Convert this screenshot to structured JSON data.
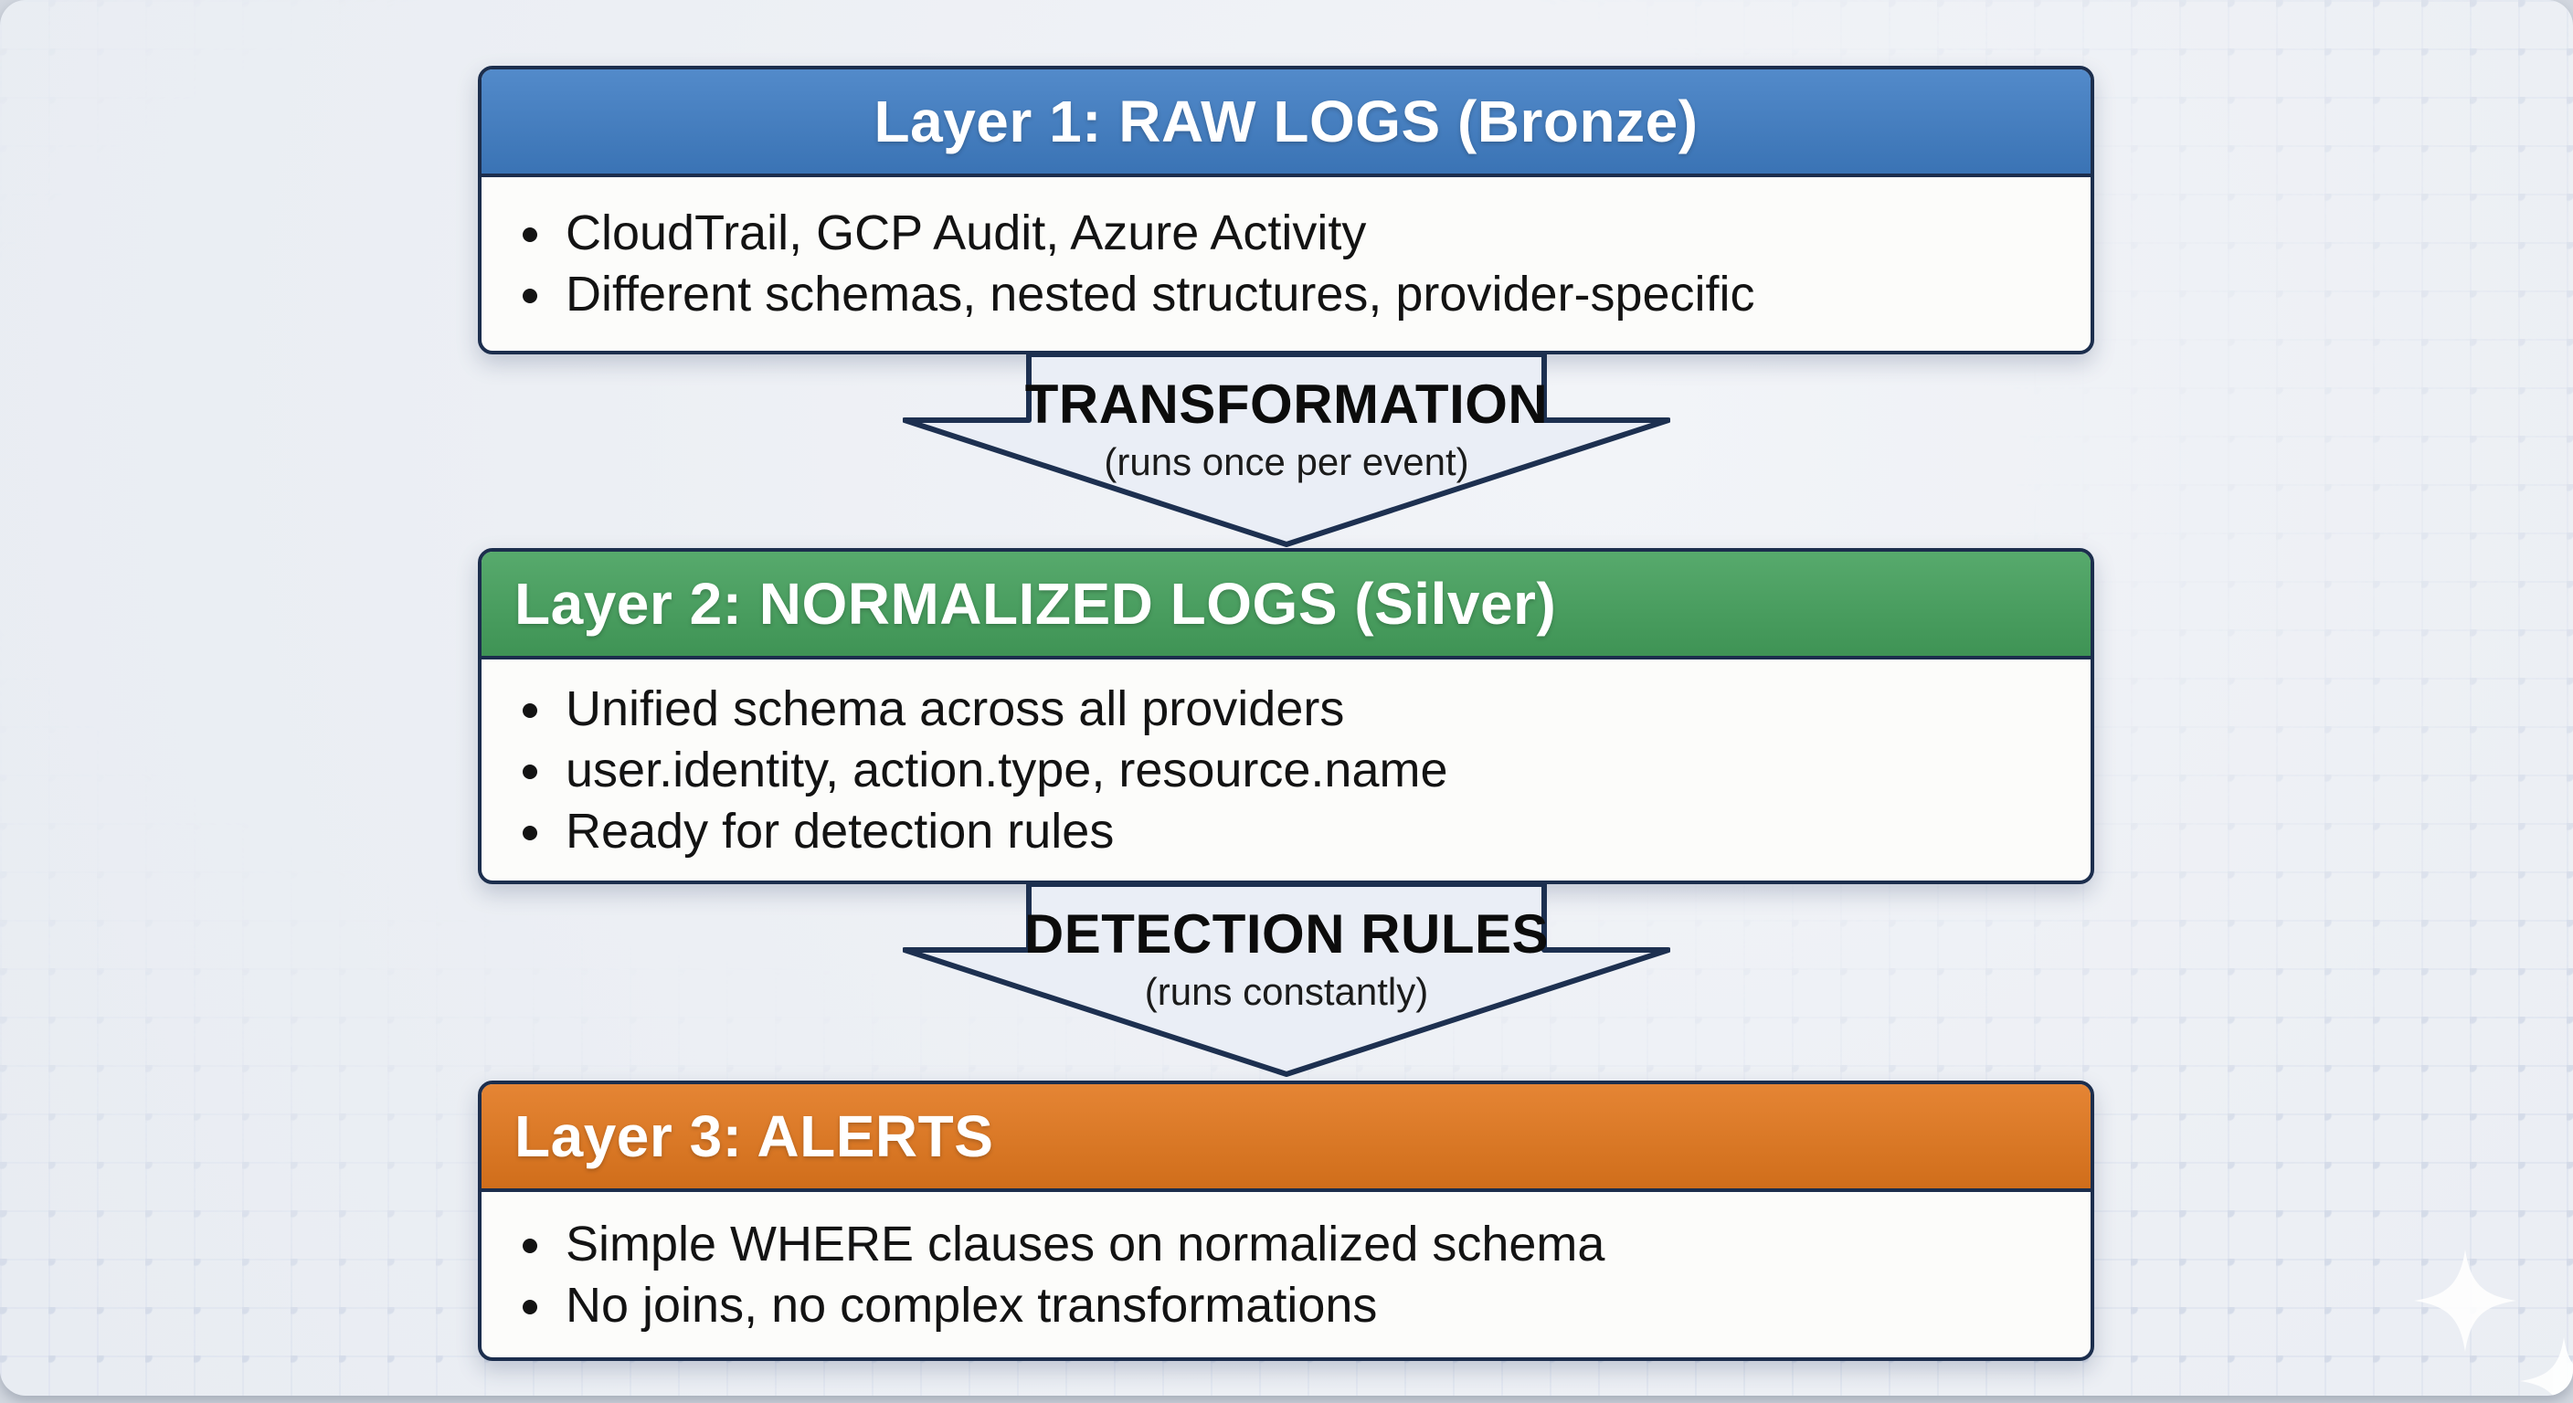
{
  "page": {
    "outer_background": "#d3d8e0",
    "canvas_background": "#edf0f5",
    "grid_pattern_color": "#c7d0e2"
  },
  "diagram": {
    "border_color": "#1c2e4d",
    "body_background": "#fcfcfa",
    "text_color": "#131313",
    "header_text_color": "#ffffff",
    "arrow_fill": "#eaeef6",
    "layers": [
      {
        "title": "Layer 1: RAW LOGS (Bronze)",
        "header_color": "#3f7dc4",
        "bullets": [
          "CloudTrail, GCP Audit, Azure Activity",
          "Different schemas, nested structures, provider-specific"
        ]
      },
      {
        "title": "Layer 2: NORMALIZED LOGS (Silver)",
        "header_color": "#44a05c",
        "bullets": [
          "Unified schema across all providers",
          "user.identity, action.type, resource.name",
          "Ready for detection rules"
        ]
      },
      {
        "title": "Layer 3: ALERTS",
        "header_color": "#e2771d",
        "bullets": [
          "Simple WHERE clauses on normalized schema",
          "No joins, no complex transformations"
        ]
      }
    ],
    "arrows": [
      {
        "label": "TRANSFORMATION",
        "sublabel": "(runs once per event)"
      },
      {
        "label": "DETECTION RULES",
        "sublabel": "(runs constantly)"
      }
    ]
  },
  "decorations": {
    "sparkle_icon": "four-point-star",
    "sparkle_color": "#ffffff"
  }
}
